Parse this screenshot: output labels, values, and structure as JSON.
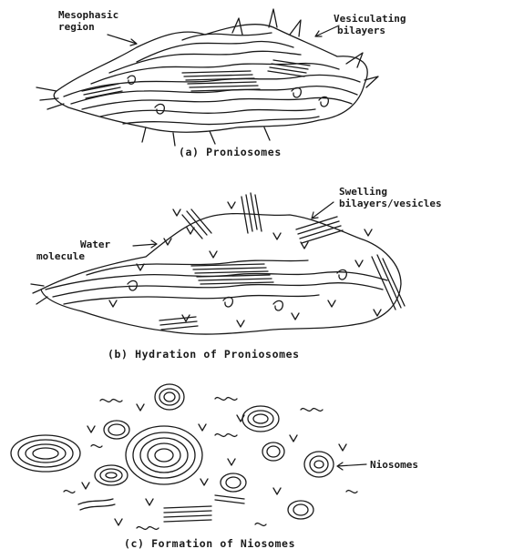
{
  "panel_a": {
    "label_left_line1": "Mesophasic",
    "label_left_line2": "region",
    "label_right_line1": "Vesiculating",
    "label_right_line2": "bilayers",
    "caption": "(a) Proniosomes"
  },
  "panel_b": {
    "label_right_line1": "Swelling",
    "label_right_line2": "bilayers/vesicles",
    "label_left_line1": "Water",
    "label_left_line2": "molecule",
    "caption": "(b) Hydration of Proniosomes"
  },
  "panel_c": {
    "label_right": "Niosomes",
    "caption": "(c) Formation of Niosomes"
  },
  "colors": {
    "ink": "#1a1a1a",
    "background": "#ffffff"
  }
}
